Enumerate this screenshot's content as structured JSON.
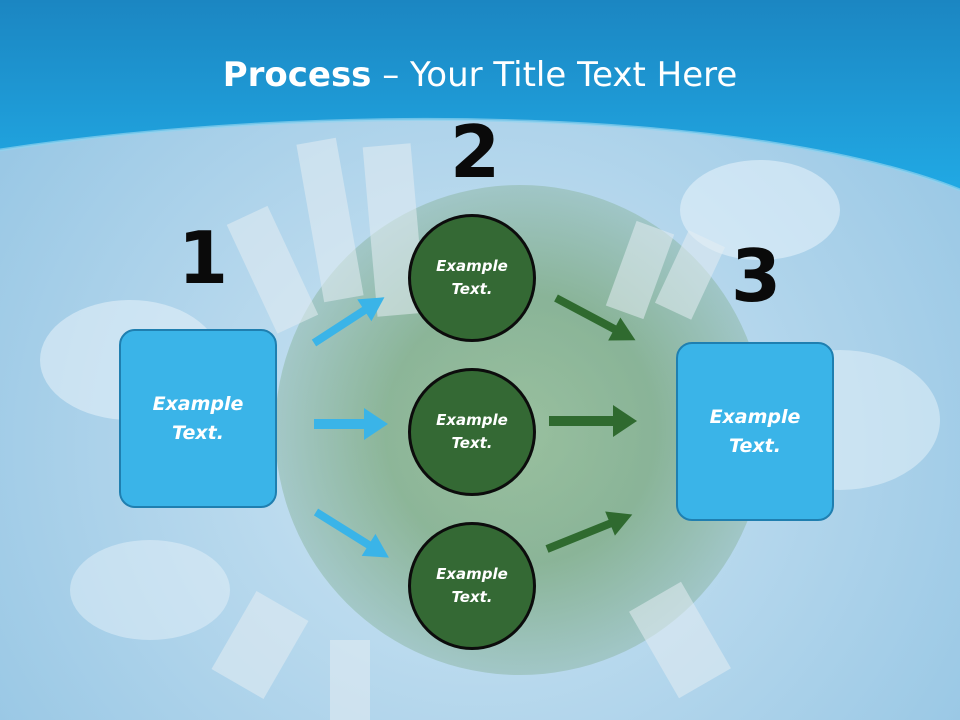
{
  "slide": {
    "title_bold": "Process",
    "title_rest": " – Your Title Text Here",
    "steps": [
      {
        "number": "1",
        "box_text": "Example\nText."
      },
      {
        "number": "2",
        "circles": [
          "Example\nText.",
          "Example\nText.",
          "Example\nText."
        ]
      },
      {
        "number": "3",
        "box_text": "Example\nText."
      }
    ]
  },
  "colors": {
    "header_blue": "#1aa3e0",
    "box_blue": "#3ab4e8",
    "circle_green": "#346934",
    "arrow_blue": "#3ab4e8",
    "arrow_green": "#2f6a2f"
  }
}
